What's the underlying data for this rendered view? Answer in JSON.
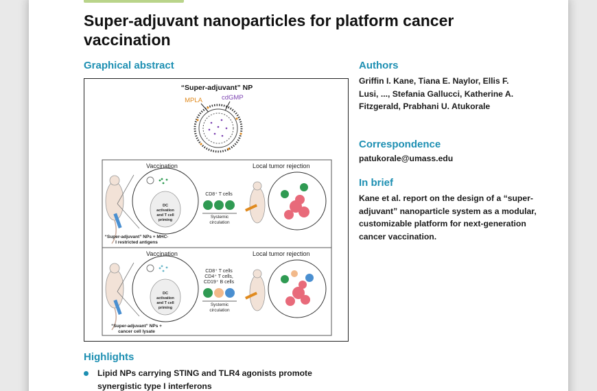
{
  "title": "Super-adjuvant nanoparticles for platform cancer vaccination",
  "graphical_abstract": {
    "heading": "Graphical abstract",
    "np_label": "“Super-adjuvant” NP",
    "mpla_label": "MPLA",
    "cdgmp_label": "cdGMP",
    "panel1": {
      "vaccination_label": "Vaccination",
      "rejection_label": "Local tumor rejection",
      "dc_label": "DC activation and T cell priming",
      "cells_label": "CD8⁺ T cells",
      "circulation_label": "Systemic circulation",
      "injection_label": "“Super-adjuvant” NPs + MHC-I restricted antigens"
    },
    "panel2": {
      "vaccination_label": "Vaccination",
      "rejection_label": "Local tumor rejection",
      "dc_label": "DC activation and T cell priming",
      "cells_label": "CD8⁺ T cells CD4⁺ T cells, CD19⁺ B cells",
      "circulation_label": "Systemic circulation",
      "injection_label": "“Super-adjuvant” NPs + cancer cell lysate"
    }
  },
  "authors": {
    "heading": "Authors",
    "text": "Griffin I. Kane, Tiana E. Naylor, Ellis F. Lusi, ..., Stefania Gallucci, Katherine A. Fitzgerald, Prabhani U. Atukorale"
  },
  "correspondence": {
    "heading": "Correspondence",
    "email": "patukorale@umass.edu"
  },
  "in_brief": {
    "heading": "In brief",
    "text": "Kane et al. report on the design of a “super-adjuvant” nanoparticle system as a modular, customizable platform for next-generation cancer vaccination."
  },
  "highlights": {
    "heading": "Highlights",
    "items": [
      "Lipid NPs carrying STING and TLR4 agonists promote synergistic type I interferons"
    ]
  },
  "colors": {
    "accent": "#1d8fb2",
    "mpla": "#e08a1e",
    "cdgmp": "#7a3fb0",
    "cd8": "#2f9a52",
    "cd4": "#f2b98a",
    "cd19": "#4a8fd0",
    "tumor": "#e86a7a"
  }
}
